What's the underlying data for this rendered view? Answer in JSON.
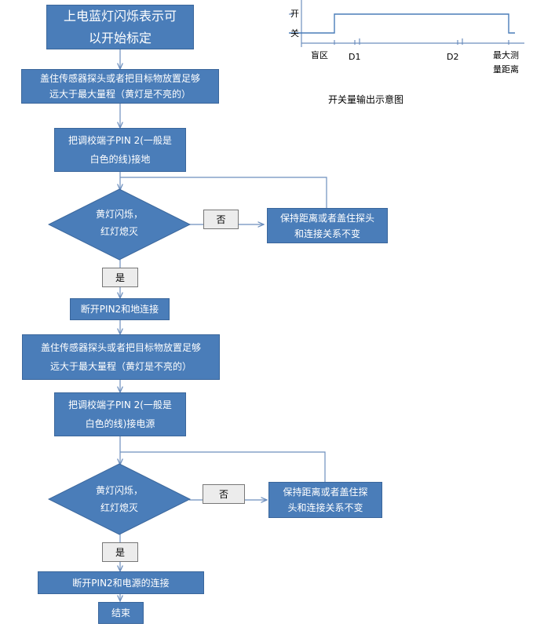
{
  "flow": {
    "start": {
      "line1": "上电蓝灯闪烁表示可",
      "line2": "以开始标定"
    },
    "step1": {
      "line1": "盖住传感器探头或者把目标物放置足够",
      "line2": "远大于最大量程（黄灯是不亮的）"
    },
    "step2": {
      "line1": "把调校端子PIN 2(一般是",
      "line2": "白色的线)接地"
    },
    "decision1": {
      "line1": "黄灯闪烁，",
      "line2": "红灯熄灭"
    },
    "no1": "否",
    "hold1": {
      "line1": "保持距离或者盖住探头",
      "line2": "和连接关系不变"
    },
    "yes1": "是",
    "step3": "断开PIN2和地连接",
    "step4": {
      "line1": "盖住传感器探头或者把目标物放置足够",
      "line2": "远大于最大量程（黄灯是不亮的）"
    },
    "step5": {
      "line1": "把调校端子PIN 2(一般是",
      "line2": "白色的线)接电源"
    },
    "decision2": {
      "line1": "黄灯闪烁，",
      "line2": "红灯熄灭"
    },
    "no2": "否",
    "hold2": {
      "line1": "保持距离或者盖住探",
      "line2": "头和连接关系不变"
    },
    "yes2": "是",
    "step6": "断开PIN2和电源的连接",
    "end": "结束"
  },
  "chart": {
    "y_label_top": "开",
    "y_label_bottom": "关",
    "x_labels": {
      "blind": "盲区",
      "d1": "D1",
      "d2": "D2",
      "max_line1": "最大测",
      "max_line2": "量距离"
    },
    "caption": "开关量输出示意图"
  },
  "colors": {
    "box": "#4A7DB9",
    "arrow": "#6D8FBE",
    "line": "#4A7DB9"
  }
}
